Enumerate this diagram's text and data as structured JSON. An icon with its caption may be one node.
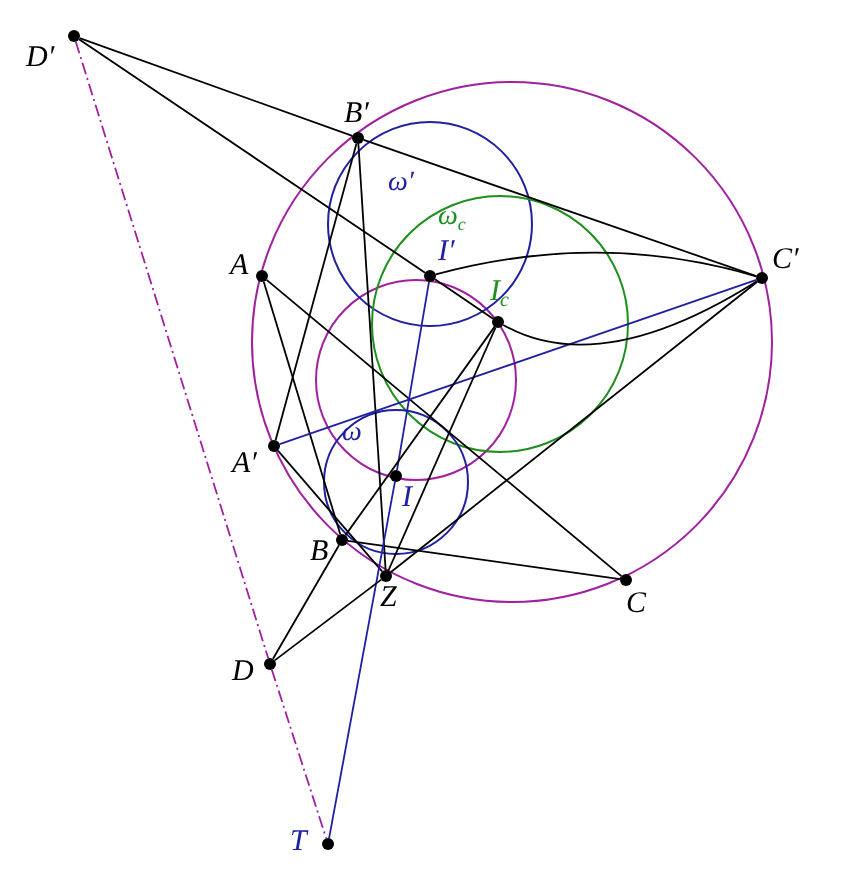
{
  "diagram": {
    "nodes": [
      {
        "text": [
          "D′"
        ]
      },
      {
        "text": [
          "B′"
        ]
      },
      {
        "text": [
          "A"
        ]
      },
      {
        "text": [
          "I′"
        ]
      },
      {
        "text": [
          "C′"
        ]
      },
      {
        "text": [
          "I$_{c}$"
        ]
      },
      {
        "text": [
          "A′"
        ]
      },
      {
        "text": [
          "I"
        ]
      },
      {
        "text": [
          "B"
        ]
      },
      {
        "text": [
          "Z"
        ]
      },
      {
        "text": [
          "C"
        ]
      },
      {
        "text": [
          "D"
        ]
      },
      {
        "text": [
          "T"
        ]
      }
    ],
    "edges": [
      {
        "from": 0,
        "to": 1,
        "arrow": "none"
      },
      {
        "from": 1,
        "to": 4,
        "arrow": "none"
      },
      {
        "from": 0,
        "to": 3,
        "arrow": "none"
      },
      {
        "from": 3,
        "to": 5,
        "arrow": "none"
      },
      {
        "from": 2,
        "to": 10,
        "arrow": "none"
      },
      {
        "from": 2,
        "to": 8,
        "arrow": "none"
      },
      {
        "from": 8,
        "to": 10,
        "arrow": "none"
      },
      {
        "from": 1,
        "to": 6,
        "arrow": "none"
      },
      {
        "from": 1,
        "to": 9,
        "arrow": "none"
      },
      {
        "from": 6,
        "to": 4,
        "arrow": "none",
        "color": "#2020a0"
      },
      {
        "from": 6,
        "to": 9,
        "arrow": "none"
      },
      {
        "from": 3,
        "to": 7,
        "arrow": "none",
        "color": "#2020a0"
      },
      {
        "from": 7,
        "to": 12,
        "arrow": "none",
        "color": "#2020a0"
      },
      {
        "from": 11,
        "to": 9,
        "arrow": "none"
      },
      {
        "from": 9,
        "to": 4,
        "arrow": "none"
      },
      {
        "from": 11,
        "to": 8,
        "arrow": "none"
      },
      {
        "from": 8,
        "to": 5,
        "arrow": "none"
      },
      {
        "from": 9,
        "to": 5,
        "arrow": "none"
      },
      {
        "from": 0,
        "to": 11,
        "arrow": "none",
        "style": "dashed",
        "color": "#a020a0"
      },
      {
        "from": 11,
        "to": 12,
        "arrow": "none",
        "style": "dashed",
        "color": "#a020a0"
      },
      {
        "from": 3,
        "to": 4,
        "arrow": "none"
      },
      {
        "from": 5,
        "to": 4,
        "arrow": "none"
      }
    ],
    "labels": [
      "ω′",
      "ω$_{c}$",
      "ω"
    ]
  }
}
